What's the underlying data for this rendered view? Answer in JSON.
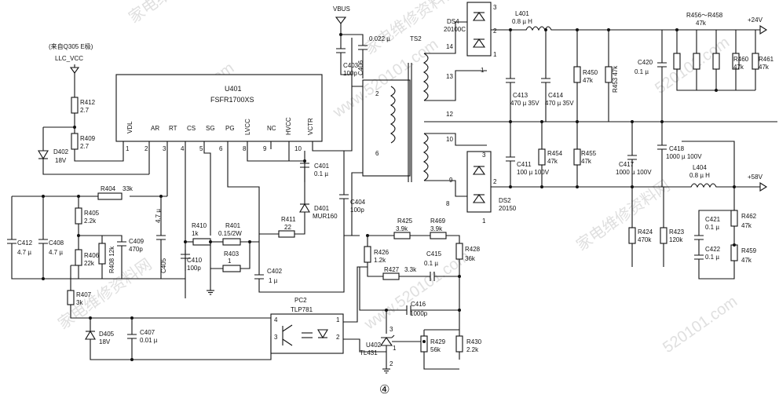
{
  "rails": {
    "vbus": "VBUS",
    "out24": "+24V",
    "out58": "+58V",
    "llc_vcc": "LLC_VCC",
    "from_q305": "(来自Q305 E极)"
  },
  "ic": {
    "ref": "U401",
    "part": "FSFR1700XS",
    "pins": [
      {
        "num": "1",
        "name": "VDL"
      },
      {
        "num": "2",
        "name": "AR"
      },
      {
        "num": "3",
        "name": "RT"
      },
      {
        "num": "4",
        "name": "CS"
      },
      {
        "num": "5",
        "name": "SG"
      },
      {
        "num": "6",
        "name": "PG"
      },
      {
        "num": "8",
        "name": "LVCC"
      },
      {
        "num": "9",
        "name": "NC"
      },
      {
        "num": "10",
        "name": "HVCC"
      },
      {
        "num": "",
        "name": "VCTR"
      }
    ]
  },
  "transformer": {
    "ref": "TS2",
    "pins": [
      "14",
      "1",
      "13",
      "12",
      "2",
      "6",
      "10",
      "9",
      "8"
    ]
  },
  "diode_packs": [
    {
      "ref": "DS4",
      "part": "20100C",
      "pins": [
        "3",
        "2",
        "1"
      ]
    },
    {
      "ref": "DS2",
      "part": "20150",
      "pins": [
        "3",
        "2",
        "1"
      ]
    }
  ],
  "optocoupler": {
    "ref": "PC2",
    "part": "TLP781",
    "pins": [
      "4",
      "3",
      "1",
      "2"
    ]
  },
  "regulator": {
    "ref": "U402",
    "part": "TL431",
    "pins": [
      "3",
      "1",
      "2"
    ]
  },
  "parts": {
    "r412": {
      "ref": "R412",
      "val": "2.7"
    },
    "r409": {
      "ref": "R409",
      "val": "2.7"
    },
    "d402": {
      "ref": "D402",
      "val": "18V"
    },
    "r404": {
      "ref": "R404",
      "val": "33k"
    },
    "r405": {
      "ref": "R405",
      "val": "2.2k"
    },
    "r406": {
      "ref": "R406",
      "val": "22k"
    },
    "r408": {
      "ref": "R408",
      "val": "12k"
    },
    "c409": {
      "ref": "C409",
      "val": "470p"
    },
    "c412": {
      "ref": "C412",
      "val": "4.7 µ"
    },
    "c408": {
      "ref": "C408",
      "val": "4.7 µ"
    },
    "c405": {
      "ref": "C405",
      "val": "4.7 µ"
    },
    "r410": {
      "ref": "R410",
      "val": "1k"
    },
    "r401": {
      "ref": "R401",
      "val": "0.15/2W"
    },
    "r403": {
      "ref": "R403",
      "val": "1"
    },
    "c410": {
      "ref": "C410",
      "val": "100p"
    },
    "r407": {
      "ref": "R407",
      "val": "3k"
    },
    "d405": {
      "ref": "D405",
      "val": "18V"
    },
    "c407": {
      "ref": "C407",
      "val": "0.01 µ"
    },
    "c402": {
      "ref": "C402",
      "val": "1 µ"
    },
    "r411": {
      "ref": "R411",
      "val": "22"
    },
    "d401": {
      "ref": "D401",
      "val": "MUR160"
    },
    "c401": {
      "ref": "C401",
      "val": "0.1 µ"
    },
    "c404": {
      "ref": "C404",
      "val": "100p"
    },
    "c403": {
      "ref": "C403",
      "val": "100p"
    },
    "c406": {
      "ref": "C406",
      "val": "0.022 µ"
    },
    "l401": {
      "ref": "L401",
      "val": "0.8 µ H"
    },
    "c413": {
      "ref": "C413",
      "val": "470 µ 35V"
    },
    "c414": {
      "ref": "C414",
      "val": "470 µ 35V"
    },
    "r450": {
      "ref": "R450",
      "val": "47k"
    },
    "r453": {
      "ref": "R453",
      "val": "47k"
    },
    "r456": {
      "ref": "R456～R458",
      "val": "47k"
    },
    "r460": {
      "ref": "R460",
      "val": "47k"
    },
    "r461": {
      "ref": "R461",
      "val": "47k"
    },
    "c420": {
      "ref": "C420",
      "val": "0.1 µ"
    },
    "c411": {
      "ref": "C411",
      "val": "100 µ 100V"
    },
    "r454": {
      "ref": "R454",
      "val": "47k"
    },
    "r455": {
      "ref": "R455",
      "val": "47k"
    },
    "c417": {
      "ref": "C417",
      "val": "1000 µ 100V"
    },
    "c418": {
      "ref": "C418",
      "val": "1000 µ 100V"
    },
    "l404": {
      "ref": "L404",
      "val": "0.8 µ H"
    },
    "c421": {
      "ref": "C421",
      "val": "0.1 µ"
    },
    "c422": {
      "ref": "C422",
      "val": "0.1 µ"
    },
    "r462": {
      "ref": "R462",
      "val": "47k"
    },
    "r459": {
      "ref": "R459",
      "val": "47k"
    },
    "r424": {
      "ref": "R424",
      "val": "470k"
    },
    "r423": {
      "ref": "R423",
      "val": "120k"
    },
    "r425": {
      "ref": "R425",
      "val": "3.9k"
    },
    "r469": {
      "ref": "R469",
      "val": "3.9k"
    },
    "r426": {
      "ref": "R426",
      "val": "1.2k"
    },
    "r427": {
      "ref": "R427",
      "val": "3.3k"
    },
    "c415": {
      "ref": "C415",
      "val": "0.1 µ"
    },
    "r428": {
      "ref": "R428",
      "val": "36k"
    },
    "c416": {
      "ref": "C416",
      "val": "1000p"
    },
    "r429": {
      "ref": "R429",
      "val": "56k"
    },
    "r430": {
      "ref": "R430",
      "val": "2.2k"
    }
  },
  "page_marker": "④",
  "watermarks": [
    "家电维修资料网",
    "www.520101.com",
    "520101.com"
  ]
}
